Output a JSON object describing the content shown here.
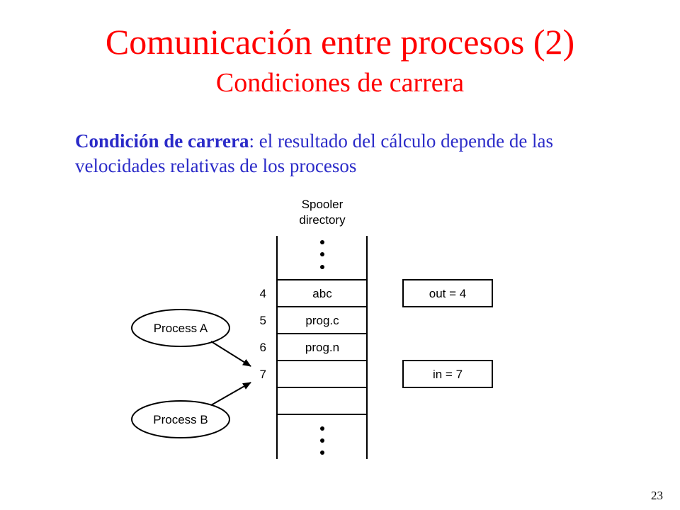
{
  "slide": {
    "title": "Comunicación entre procesos (2)",
    "subtitle": "Condiciones de carrera",
    "definition_term": "Condición de carrera",
    "definition_text": ": el resultado del cálculo depende de las velocidades relativas de los procesos",
    "page_number": "23"
  },
  "diagram": {
    "spooler_title_line1": "Spooler",
    "spooler_title_line2": "directory",
    "slots": [
      {
        "index": "4",
        "content": "abc"
      },
      {
        "index": "5",
        "content": "prog.c"
      },
      {
        "index": "6",
        "content": "prog.n"
      },
      {
        "index": "7",
        "content": ""
      }
    ],
    "out_var": "out = 4",
    "in_var": "in = 7",
    "process_a": "Process A",
    "process_b": "Process B"
  },
  "colors": {
    "title": "#ff0000",
    "definition": "#2b2bc8",
    "diagram": "#000000"
  }
}
